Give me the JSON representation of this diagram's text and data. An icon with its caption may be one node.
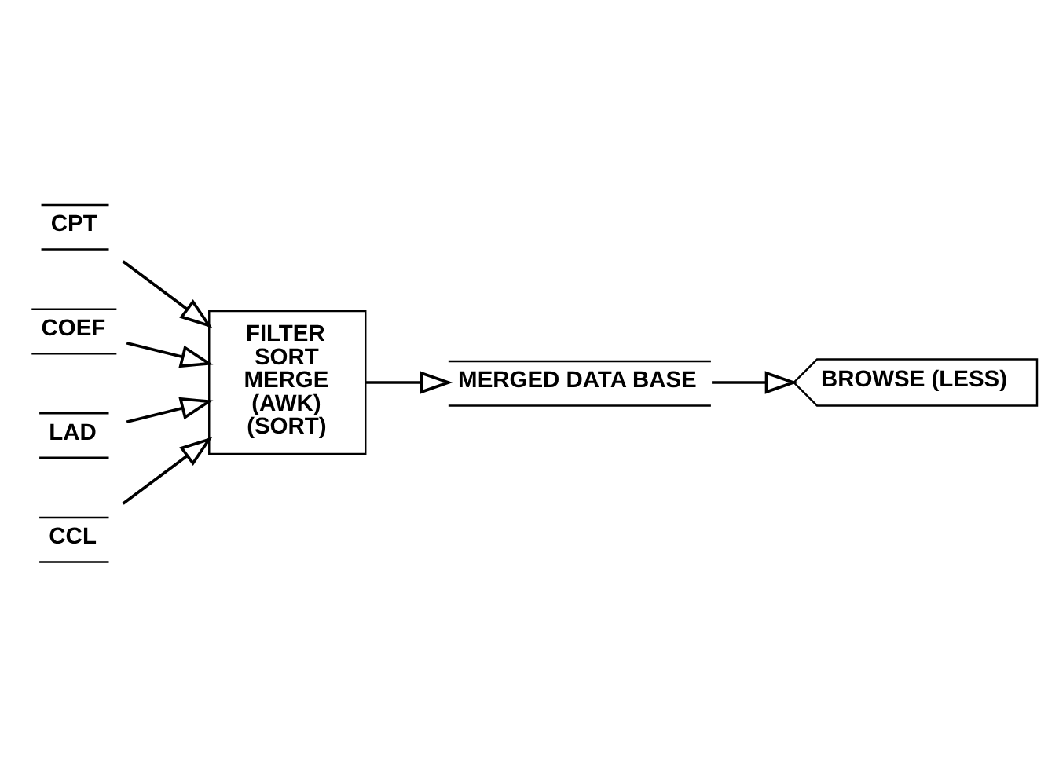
{
  "diagram": {
    "nodes": [
      {
        "text": [
          "CPT"
        ]
      },
      {
        "text": [
          "COEF"
        ]
      },
      {
        "text": [
          "LAD"
        ]
      },
      {
        "text": [
          "CCL"
        ]
      },
      {
        "text": [
          "FILTER",
          "SORT",
          "MERGE",
          "(AWK)",
          "(SORT)"
        ]
      },
      {
        "text": [
          "MERGED DATA BASE"
        ]
      },
      {
        "text": [
          "BROWSE (LESS)"
        ]
      }
    ],
    "edges": [
      {
        "from": 0,
        "to": 4,
        "arrow": "to"
      },
      {
        "from": 1,
        "to": 4,
        "arrow": "to"
      },
      {
        "from": 2,
        "to": 4,
        "arrow": "to"
      },
      {
        "from": 3,
        "to": 4,
        "arrow": "to"
      },
      {
        "from": 4,
        "to": 5,
        "arrow": "to"
      },
      {
        "from": 5,
        "to": 6,
        "arrow": "to"
      }
    ]
  }
}
